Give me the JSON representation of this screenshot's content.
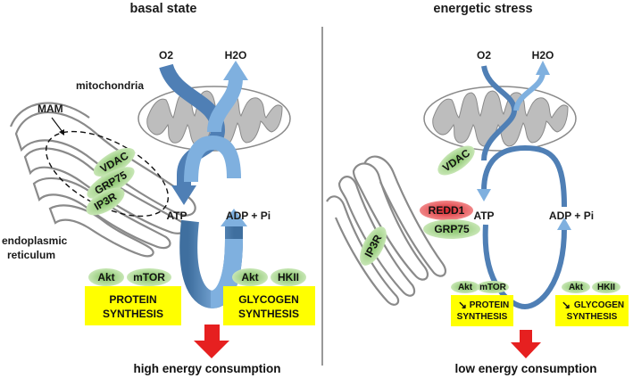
{
  "left_panel": {
    "title": "basal state",
    "labels": {
      "mitochondria": "mitochondria",
      "mam": "MAM",
      "er_line1": "endoplasmic",
      "er_line2": "reticulum",
      "o2": "O2",
      "h2o": "H2O",
      "atp": "ATP",
      "adp": "ADP + Pi"
    },
    "proteins": [
      "VDAC",
      "GRP75",
      "IP3R",
      "Akt",
      "mTOR",
      "Akt",
      "HKII"
    ],
    "boxes": [
      {
        "line1": "PROTEIN",
        "line2": "SYNTHESIS"
      },
      {
        "line1": "GLYCOGEN",
        "line2": "SYNTHESIS"
      }
    ],
    "footer": "high energy consumption"
  },
  "right_panel": {
    "title": "energetic stress",
    "labels": {
      "o2": "O2",
      "h2o": "H2O",
      "atp": "ATP",
      "adp": "ADP + Pi"
    },
    "proteins": [
      "VDAC",
      "REDD1",
      "GRP75",
      "IP3R",
      "Akt",
      "mTOR",
      "Akt",
      "HKII"
    ],
    "boxes": [
      {
        "arrow": "↘",
        "line1": "PROTEIN",
        "line2": "SYNTHESIS"
      },
      {
        "arrow": "↘",
        "line1": "GLYCOGEN",
        "line2": "SYNTHESIS"
      }
    ],
    "footer": "low energy consumption"
  },
  "colors": {
    "arrow_dark": "#4f7fb5",
    "arrow_light": "#7fb0df",
    "green_pill": "#9fd17f",
    "red_pill": "#e0343a",
    "yellow_box": "#ffff00",
    "down_arrow": "#e62020",
    "organelle": "#bdbdbd"
  }
}
